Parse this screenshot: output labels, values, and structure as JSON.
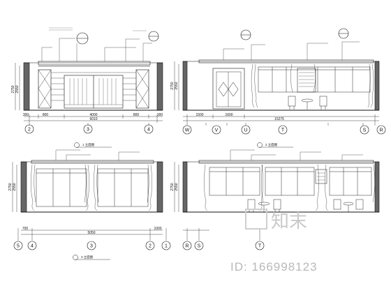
{
  "elevations": [
    {
      "dims_bottom": [
        "300",
        "800",
        "4000",
        "800",
        "300"
      ],
      "overall_width": "6010",
      "height_outer": "2750",
      "height_inner": "2550",
      "grid_labels": [
        "2",
        "3",
        "4"
      ],
      "caption": "1 立面图"
    },
    {
      "dims_bottom": [
        "1500",
        "1600"
      ],
      "overall_width": "15275",
      "height_outer": "2750",
      "height_inner": "2550",
      "grid_labels": [
        "W",
        "V",
        "U",
        "T",
        "S",
        "R"
      ],
      "caption": "2 立面图"
    },
    {
      "dims_bottom": [
        "700",
        "1000"
      ],
      "overall_width": "5050",
      "height_outer": "2750",
      "height_inner": "2550",
      "grid_labels": [
        "5",
        "4",
        "3",
        "2",
        "1"
      ],
      "caption": "3 立面图"
    },
    {
      "dims_bottom": [],
      "overall_width": "",
      "height_outer": "2750",
      "height_inner": "2550",
      "grid_labels": [
        "R",
        "S",
        "T"
      ],
      "caption": ""
    }
  ],
  "watermark": {
    "logo_text": "知末",
    "id_text": "ID: 166998123"
  }
}
